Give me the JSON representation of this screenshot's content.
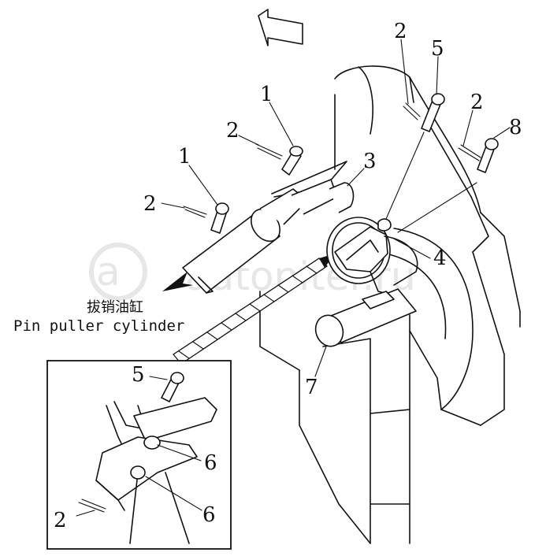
{
  "callouts": {
    "c1_top": "1",
    "c1_left": "1",
    "c2_a": "2",
    "c2_b": "2",
    "c2_c": "2",
    "c2_d": "2",
    "c2_inset": "2",
    "c3": "3",
    "c4": "4",
    "c5_top": "5",
    "c5_inset": "5",
    "c6_a": "6",
    "c6_b": "6",
    "c7": "7",
    "c8": "8"
  },
  "caption": {
    "chinese": "拔销油缸",
    "english": "Pin puller cylinder"
  },
  "watermark": "autopiter.ru"
}
